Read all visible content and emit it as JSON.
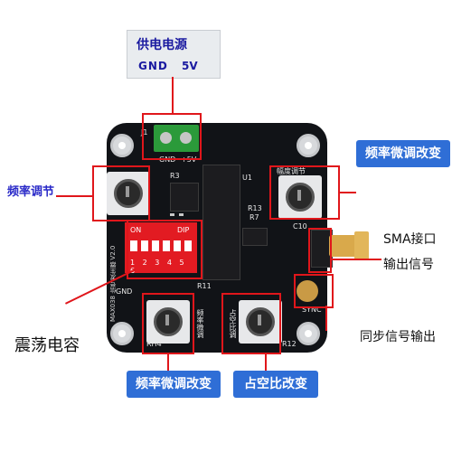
{
  "power_box": {
    "title": "供电电源",
    "gnd": "GND",
    "voltage": "5V"
  },
  "labels": {
    "freq_adjust": "频率调节",
    "freq_fine_right": "频率微调改变",
    "sma": "SMA接口",
    "output_signal": "输出信号",
    "sync_output": "同步信号输出",
    "osc_cap": "震荡电容",
    "freq_fine_bottom": "频率微调改变",
    "duty_change": "占空比改变"
  },
  "board": {
    "gnd_label": "GND",
    "plus5v": "+5V",
    "j1": "J1",
    "amplitude": "幅度调节",
    "dip_on": "ON",
    "dip_dip": "DIP",
    "dip_numbers": "1 2 3 4 5 6",
    "side_text": "MAX038 信号发生器 V2.0",
    "gnd_left": "GND",
    "sync": "SYNC",
    "freq_fine_silk": "频率微调",
    "duty_silk": "占空比调",
    "r3": "R3",
    "r7": "R7",
    "r6": "RH4",
    "r12": "R12",
    "c10": "C10",
    "r11": "R11",
    "r13": "R13",
    "u1": "U1"
  },
  "colors": {
    "accent": "#e0161b",
    "label_bg": "#2f6ed6",
    "text_blue": "#2a2ac8",
    "board": "#111317"
  }
}
